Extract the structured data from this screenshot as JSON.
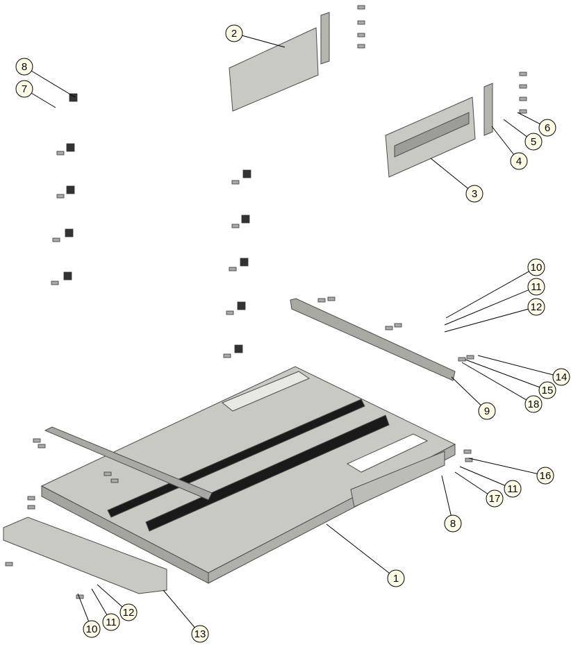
{
  "diagram": {
    "type": "exploded-assembly",
    "callouts": [
      {
        "label": "2"
      },
      {
        "label": "8"
      },
      {
        "label": "7"
      },
      {
        "label": "6"
      },
      {
        "label": "5"
      },
      {
        "label": "4"
      },
      {
        "label": "3"
      },
      {
        "label": "10"
      },
      {
        "label": "11"
      },
      {
        "label": "12"
      },
      {
        "label": "14"
      },
      {
        "label": "15"
      },
      {
        "label": "18"
      },
      {
        "label": "9"
      },
      {
        "label": "16"
      },
      {
        "label": "11"
      },
      {
        "label": "17"
      },
      {
        "label": "8"
      },
      {
        "label": "1"
      },
      {
        "label": "12"
      },
      {
        "label": "11"
      },
      {
        "label": "10"
      },
      {
        "label": "13"
      }
    ],
    "colors": {
      "part_fill": "#c9c9c4",
      "part_edge": "#4a4a4a",
      "slot": "#1a1a1a",
      "balloon_fill": "#fffbe6"
    }
  }
}
